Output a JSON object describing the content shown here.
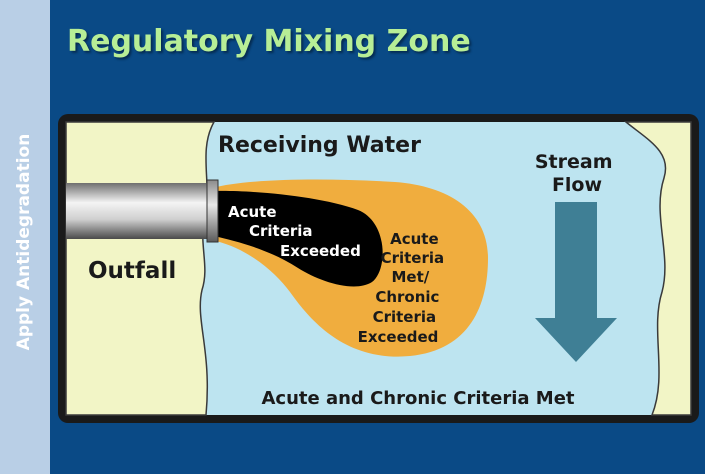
{
  "side_label": "Apply Antidegradation",
  "title": "Regulatory Mixing Zone",
  "diagram": {
    "receiving_water": "Receiving Water",
    "stream_flow": [
      "Stream",
      "Flow"
    ],
    "outfall": "Outfall",
    "acute_exceeded": [
      "Acute",
      "Criteria",
      "Exceeded"
    ],
    "chronic_zone": [
      "Acute",
      "Criteria",
      "Met/",
      "Chronic",
      "Criteria",
      "Exceeded"
    ],
    "bottom_label": "Acute and Chronic Criteria Met"
  },
  "colors": {
    "panel_blue": "#0a4a86",
    "side_blue": "#b9cfe6",
    "title_green": "#b7ee96",
    "bank": "#f2f5c6",
    "water": "#bde4f0",
    "plume_orange": "#f0ad3e",
    "arrow": "#3f7f95"
  }
}
